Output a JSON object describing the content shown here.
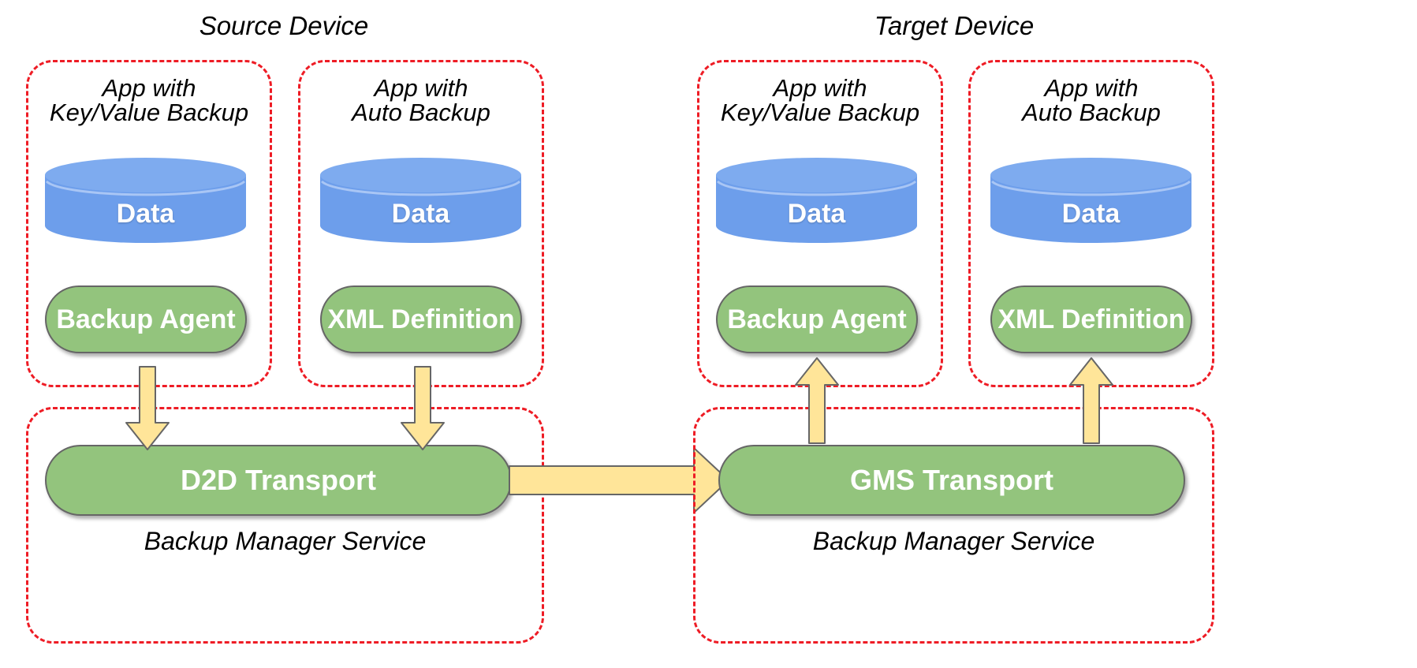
{
  "diagram": {
    "title_source": "Source Device",
    "title_target": "Target Device",
    "colors": {
      "dashed_border": "#ee1c25",
      "cylinder_fill": "#6d9eeb",
      "cylinder_top": "#7ba9ee",
      "box_fill": "#93c47d",
      "box_border": "#666666",
      "arrow_fill": "#ffe599",
      "arrow_border": "#666666",
      "text_dark": "#000000",
      "text_light": "#ffffff"
    }
  },
  "source_device": {
    "label": "Source Device",
    "apps": [
      {
        "label": "App with\nKey/Value Backup",
        "data_label": "Data",
        "component_label": "Backup Agent"
      },
      {
        "label": "App with\nAuto Backup",
        "data_label": "Data",
        "component_label": "XML Definition"
      }
    ],
    "service": {
      "transport_label": "D2D Transport",
      "service_label": "Backup Manager Service"
    }
  },
  "target_device": {
    "label": "Target Device",
    "apps": [
      {
        "label": "App with\nKey/Value Backup",
        "data_label": "Data",
        "component_label": "Backup Agent"
      },
      {
        "label": "App with\nAuto Backup",
        "data_label": "Data",
        "component_label": "XML Definition"
      }
    ],
    "service": {
      "transport_label": "GMS Transport",
      "service_label": "Backup Manager Service"
    }
  },
  "arrows": {
    "source_app1_down": "down-arrow-backup-agent-to-d2d",
    "source_app2_down": "down-arrow-xml-definition-to-d2d",
    "cross_device": "right-arrow-d2d-to-gms",
    "target_app1_up": "up-arrow-gms-to-backup-agent",
    "target_app2_up": "up-arrow-gms-to-xml-definition"
  }
}
